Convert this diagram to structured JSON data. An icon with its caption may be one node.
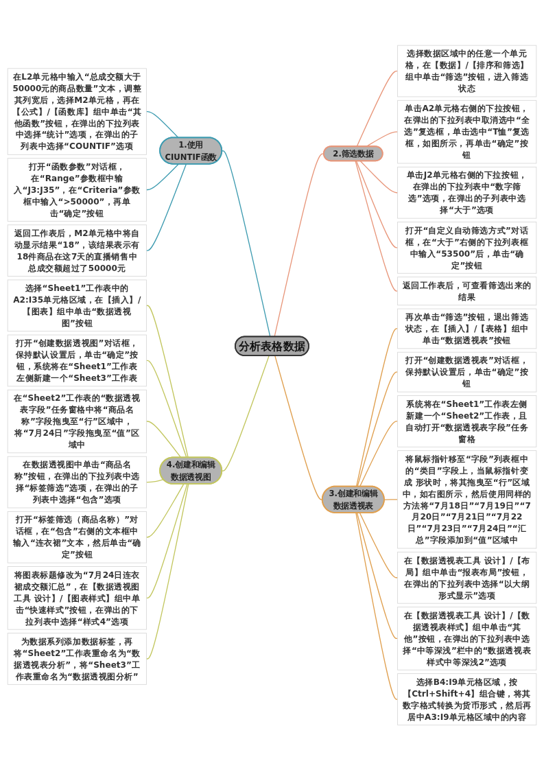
{
  "diagram": {
    "nodes": [
      {
        "text": [
          "分析表格数据"
        ]
      },
      {
        "text": [
          "1.使用CIUNTIF函数"
        ]
      },
      {
        "text": [
          "在L2单元格中输入“总成交额大于50000元的商品数量”文本，调整其列宽后，选择M2单元格，再在【公式】/【函数库】组中单击“其他函数”按钮，在弹出的下拉列表中选择“统计”选项，在弹出的子列表中选择“COUNTIF”选项"
        ]
      },
      {
        "text": [
          "打开“函数参数”对话框，在“Range”参数框中输入“J3:J35”，在“Criteria”参数框中输入“>50000”，再单击“确定”按钮"
        ]
      },
      {
        "text": [
          "返回工作表后，M2单元格中将自动显示结果“18”，该结果表示有18件商品在这7天的直播销售中总成交额超过了50000元"
        ]
      },
      {
        "text": [
          "2.筛选数据"
        ]
      },
      {
        "text": [
          "选择数据区域中的任意一个单元格，在【数据】/【排序和筛选】组中单击“筛选”按钮，进入筛选状态"
        ]
      },
      {
        "text": [
          "单击A2单元格右侧的下拉按钮，在弹出的下拉列表中取消选中“全选”复选框，单击选中“T恤”复选框，如图所示，再单击“确定”按钮"
        ]
      },
      {
        "text": [
          "单击J2单元格右侧的下拉按钮，在弹出的下拉列表中“数字筛选”选项，在弹出的子列表中选择“大于”选项"
        ]
      },
      {
        "text": [
          "打开“自定义自动筛选方式”对话框，在“大于”右侧的下拉列表框中输入“53500”后，单击“确定”按钮"
        ]
      },
      {
        "text": [
          "返回工作表后，可查看筛选出来的结果"
        ]
      },
      {
        "text": [
          "3.创建和编辑数据透视表"
        ]
      },
      {
        "text": [
          "再次单击“筛选”按钮，退出筛选状态，在【插入】/【表格】组中单击“数据透视表”按钮"
        ]
      },
      {
        "text": [
          "打开“创建数据透视表”对话框，保持默认设置后，单击“确定”按钮"
        ]
      },
      {
        "text": [
          "系统将在“Sheet1”工作表左侧新建一个“Sheet2”工作表，且自动打开“数据透视表字段”任务窗格"
        ]
      },
      {
        "text": [
          "将鼠标指针移至“字段”列表框中的“类目”字段上，当鼠标指针变成 形状时，将其拖曳至“行”区域中，如右图所示，然后使用同样的方法将“7月18日”“7月19日”“7月20日”“7月21日”“7月22日”“7月23日”“7月24日”“汇总”字段添加到“值”区域中"
        ]
      },
      {
        "text": [
          "在【数据透视表工具 设计】/【布局】组中单击“报表布局”按钮，在弹出的下拉列表中选择“以大纲形式显示”选项"
        ]
      },
      {
        "text": [
          "在【数据透视表工具 设计】/【数据透视表样式】组中单击“其他”按钮，在弹出的下拉列表中选择“中等深浅”栏中的“数据透视表样式中等深浅2”选项"
        ]
      },
      {
        "text": [
          "选择B4:I9单元格区域，按【Ctrl+Shift+4】组合键，将其数字格式转换为货币形式，然后再居中A3:I9单元格区域中的内容"
        ]
      },
      {
        "text": [
          "4.创建和编辑数据透视图"
        ]
      },
      {
        "text": [
          "选择“Sheet1”工作表中的A2:I35单元格区域，在【插入】/【图表】组中单击“数据透视图”按钮"
        ]
      },
      {
        "text": [
          "打开“创建数据透视图”对话框，保持默认设置后，单击“确定”按钮，系统将在“Sheet1”工作表左侧新建一个“Sheet3”工作表"
        ]
      },
      {
        "text": [
          "在“Sheet2”工作表的“数据透视表字段”任务窗格中将“商品名称”字段拖曳至“行”区域中，将“7月24日”字段拖曳至“值”区域中"
        ]
      },
      {
        "text": [
          "在数据透视图中单击“商品名称”按钮，在弹出的下拉列表中选择“标签筛选”选项，在弹出的子列表中选择“包含”选项"
        ]
      },
      {
        "text": [
          "打开“标签筛选（商品名称）”对话框，在“包含”右侧的文本框中输入“连衣裙”文本，然后单击“确定”按钮"
        ]
      },
      {
        "text": [
          "将图表标题修改为“7月24日连衣裙成交额汇总”，在【数据透视图工具 设计】/【图表样式】组中单击“快速样式”按钮，在弹出的下拉列表中选择“样式4”选项"
        ]
      },
      {
        "text": [
          "为数据系列添加数据标签，再将“Sheet2”工作表重命名为“数据透视表分析”，将“Sheet3”工作表重命名为“数据透视图分析”"
        ]
      }
    ],
    "edges": [
      {
        "from": 2,
        "to": 1,
        "arrow": "none",
        "color": "#3d9bb0"
      },
      {
        "from": 3,
        "to": 1,
        "arrow": "none",
        "color": "#3d9bb0"
      },
      {
        "from": 4,
        "to": 1,
        "arrow": "none",
        "color": "#3d9bb0"
      },
      {
        "from": 1,
        "to": 0,
        "arrow": "none",
        "color": "#3d9bb0"
      },
      {
        "from": 0,
        "to": 5,
        "arrow": "none",
        "color": "#e8967a"
      },
      {
        "from": 5,
        "to": 6,
        "arrow": "none",
        "color": "#e8967a"
      },
      {
        "from": 5,
        "to": 7,
        "arrow": "none",
        "color": "#e8967a"
      },
      {
        "from": 5,
        "to": 8,
        "arrow": "none",
        "color": "#e8967a"
      },
      {
        "from": 5,
        "to": 9,
        "arrow": "none",
        "color": "#e8967a"
      },
      {
        "from": 5,
        "to": 10,
        "arrow": "none",
        "color": "#e8967a"
      },
      {
        "from": 0,
        "to": 11,
        "arrow": "none",
        "color": "#e0a050"
      },
      {
        "from": 11,
        "to": 12,
        "arrow": "none",
        "color": "#e0a050"
      },
      {
        "from": 11,
        "to": 13,
        "arrow": "none",
        "color": "#e0a050"
      },
      {
        "from": 11,
        "to": 14,
        "arrow": "none",
        "color": "#e0a050"
      },
      {
        "from": 11,
        "to": 15,
        "arrow": "none",
        "color": "#e0a050"
      },
      {
        "from": 11,
        "to": 16,
        "arrow": "none",
        "color": "#e0a050"
      },
      {
        "from": 11,
        "to": 17,
        "arrow": "none",
        "color": "#e0a050"
      },
      {
        "from": 11,
        "to": 18,
        "arrow": "none",
        "color": "#e0a050"
      },
      {
        "from": 19,
        "to": 0,
        "arrow": "none",
        "color": "#c2c65e"
      },
      {
        "from": 20,
        "to": 19,
        "arrow": "none",
        "color": "#c2c65e"
      },
      {
        "from": 21,
        "to": 19,
        "arrow": "none",
        "color": "#c2c65e"
      },
      {
        "from": 22,
        "to": 19,
        "arrow": "none",
        "color": "#c2c65e"
      },
      {
        "from": 23,
        "to": 19,
        "arrow": "none",
        "color": "#c2c65e"
      },
      {
        "from": 24,
        "to": 19,
        "arrow": "none",
        "color": "#c2c65e"
      },
      {
        "from": 25,
        "to": 19,
        "arrow": "none",
        "color": "#c2c65e"
      },
      {
        "from": 26,
        "to": 19,
        "arrow": "none",
        "color": "#c2c65e"
      }
    ]
  }
}
